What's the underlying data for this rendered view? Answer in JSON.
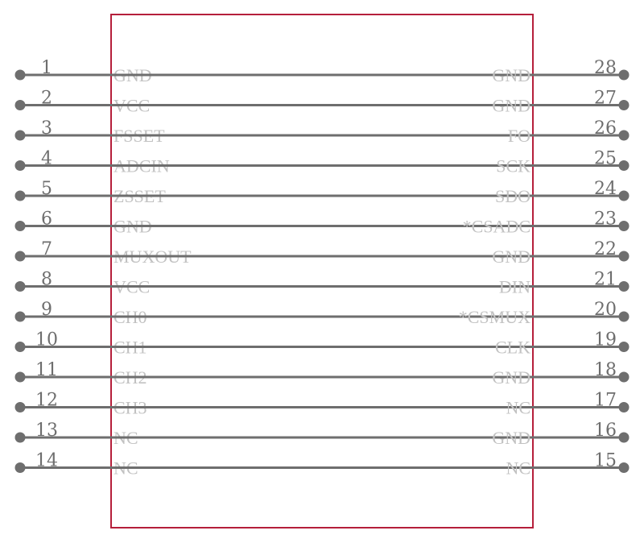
{
  "colors": {
    "body_outline": "#b51f3b",
    "pin_line": "#6e6e6e",
    "pin_dot": "#6e6e6e",
    "pin_number": "#6e6e6e",
    "pin_name": "#c2c2c2",
    "background": "#ffffff"
  },
  "left_pins": [
    {
      "number": "1",
      "name": "GND"
    },
    {
      "number": "2",
      "name": "VCC"
    },
    {
      "number": "3",
      "name": "FSSET"
    },
    {
      "number": "4",
      "name": "ADCIN"
    },
    {
      "number": "5",
      "name": "ZSSET"
    },
    {
      "number": "6",
      "name": "GND"
    },
    {
      "number": "7",
      "name": "MUXOUT"
    },
    {
      "number": "8",
      "name": "VCC"
    },
    {
      "number": "9",
      "name": "CH0"
    },
    {
      "number": "10",
      "name": "CH1"
    },
    {
      "number": "11",
      "name": "CH2"
    },
    {
      "number": "12",
      "name": "CH3"
    },
    {
      "number": "13",
      "name": "NC"
    },
    {
      "number": "14",
      "name": "NC"
    }
  ],
  "right_pins": [
    {
      "number": "28",
      "name": "GND"
    },
    {
      "number": "27",
      "name": "GND"
    },
    {
      "number": "26",
      "name": "FO"
    },
    {
      "number": "25",
      "name": "SCK"
    },
    {
      "number": "24",
      "name": "SDO"
    },
    {
      "number": "23",
      "name": "*CSADC"
    },
    {
      "number": "22",
      "name": "GND"
    },
    {
      "number": "21",
      "name": "DIN"
    },
    {
      "number": "20",
      "name": "*CSMUX"
    },
    {
      "number": "19",
      "name": "CLK"
    },
    {
      "number": "18",
      "name": "GND"
    },
    {
      "number": "17",
      "name": "NC"
    },
    {
      "number": "16",
      "name": "GND"
    },
    {
      "number": "15",
      "name": "NC"
    }
  ]
}
